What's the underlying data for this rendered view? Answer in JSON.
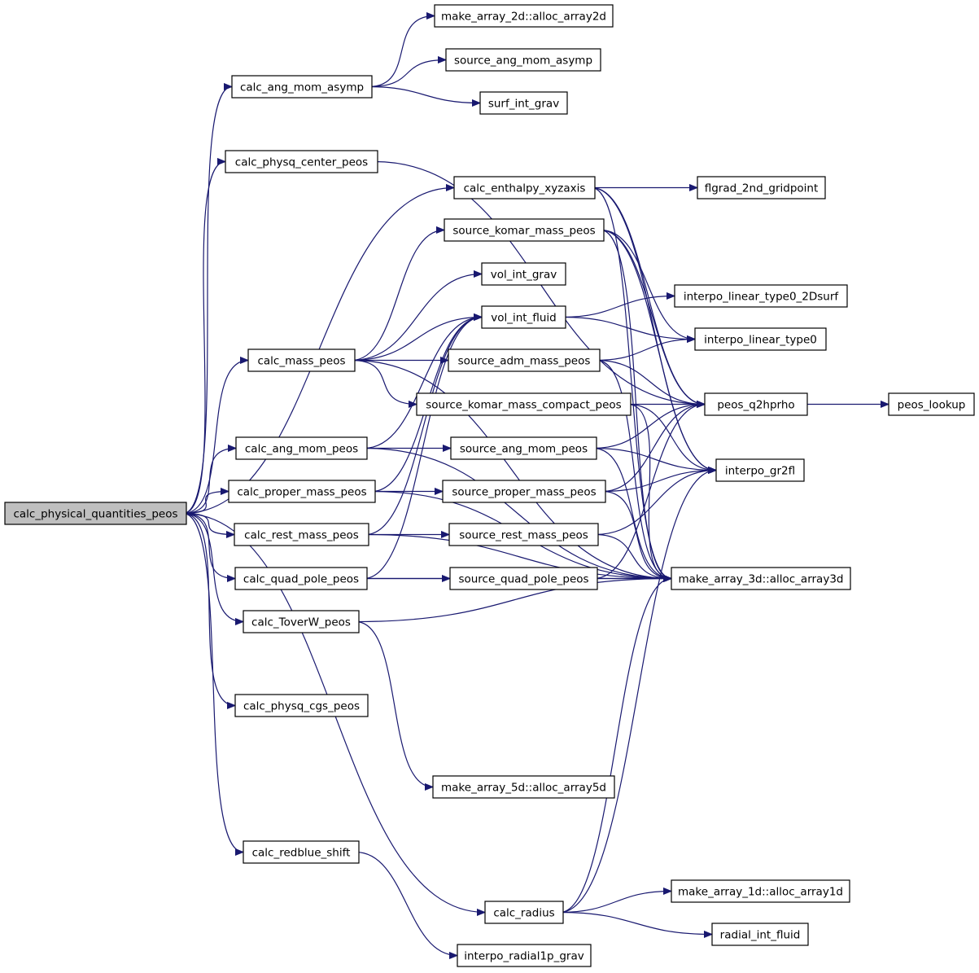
{
  "diagram": {
    "type": "call-graph",
    "colors": {
      "edge": "#191970",
      "node_border": "#000000",
      "root_fill": "#bfbfbf",
      "node_fill": "#ffffff"
    },
    "nodes": [
      {
        "id": "calc_physical_quantities_peos",
        "label": "calc_physical_quantities_peos",
        "root": true
      },
      {
        "id": "make_array_2d_alloc_array2d",
        "label": "make_array_2d::alloc_array2d"
      },
      {
        "id": "source_ang_mom_asymp",
        "label": "source_ang_mom_asymp"
      },
      {
        "id": "calc_ang_mom_asymp",
        "label": "calc_ang_mom_asymp"
      },
      {
        "id": "surf_int_grav",
        "label": "surf_int_grav"
      },
      {
        "id": "calc_physq_center_peos",
        "label": "calc_physq_center_peos"
      },
      {
        "id": "calc_enthalpy_xyzaxis",
        "label": "calc_enthalpy_xyzaxis"
      },
      {
        "id": "flgrad_2nd_gridpoint",
        "label": "flgrad_2nd_gridpoint"
      },
      {
        "id": "source_komar_mass_peos",
        "label": "source_komar_mass_peos"
      },
      {
        "id": "vol_int_grav",
        "label": "vol_int_grav"
      },
      {
        "id": "interpo_linear_type0_2Dsurf",
        "label": "interpo_linear_type0_2Dsurf"
      },
      {
        "id": "vol_int_fluid",
        "label": "vol_int_fluid"
      },
      {
        "id": "interpo_linear_type0",
        "label": "interpo_linear_type0"
      },
      {
        "id": "calc_mass_peos",
        "label": "calc_mass_peos"
      },
      {
        "id": "source_adm_mass_peos",
        "label": "source_adm_mass_peos"
      },
      {
        "id": "source_komar_mass_compact_peos",
        "label": "source_komar_mass_compact_peos"
      },
      {
        "id": "peos_q2hprho",
        "label": "peos_q2hprho"
      },
      {
        "id": "peos_lookup",
        "label": "peos_lookup"
      },
      {
        "id": "calc_ang_mom_peos",
        "label": "calc_ang_mom_peos"
      },
      {
        "id": "source_ang_mom_peos",
        "label": "source_ang_mom_peos"
      },
      {
        "id": "interpo_gr2fl",
        "label": "interpo_gr2fl"
      },
      {
        "id": "calc_proper_mass_peos",
        "label": "calc_proper_mass_peos"
      },
      {
        "id": "source_proper_mass_peos",
        "label": "source_proper_mass_peos"
      },
      {
        "id": "calc_rest_mass_peos",
        "label": "calc_rest_mass_peos"
      },
      {
        "id": "source_rest_mass_peos",
        "label": "source_rest_mass_peos"
      },
      {
        "id": "calc_quad_pole_peos",
        "label": "calc_quad_pole_peos"
      },
      {
        "id": "source_quad_pole_peos",
        "label": "source_quad_pole_peos"
      },
      {
        "id": "make_array_3d_alloc_array3d",
        "label": "make_array_3d::alloc_array3d"
      },
      {
        "id": "calc_ToverW_peos",
        "label": "calc_ToverW_peos"
      },
      {
        "id": "calc_physq_cgs_peos",
        "label": "calc_physq_cgs_peos"
      },
      {
        "id": "make_array_5d_alloc_array5d",
        "label": "make_array_5d::alloc_array5d"
      },
      {
        "id": "calc_redblue_shift",
        "label": "calc_redblue_shift"
      },
      {
        "id": "make_array_1d_alloc_array1d",
        "label": "make_array_1d::alloc_array1d"
      },
      {
        "id": "calc_radius",
        "label": "calc_radius"
      },
      {
        "id": "radial_int_fluid",
        "label": "radial_int_fluid"
      },
      {
        "id": "interpo_radial1p_grav",
        "label": "interpo_radial1p_grav"
      }
    ],
    "edges": [
      {
        "from": "calc_physical_quantities_peos",
        "to": "calc_ang_mom_asymp"
      },
      {
        "from": "calc_physical_quantities_peos",
        "to": "calc_physq_center_peos"
      },
      {
        "from": "calc_physical_quantities_peos",
        "to": "calc_enthalpy_xyzaxis"
      },
      {
        "from": "calc_physical_quantities_peos",
        "to": "calc_mass_peos"
      },
      {
        "from": "calc_physical_quantities_peos",
        "to": "calc_ang_mom_peos"
      },
      {
        "from": "calc_physical_quantities_peos",
        "to": "calc_proper_mass_peos"
      },
      {
        "from": "calc_physical_quantities_peos",
        "to": "calc_rest_mass_peos"
      },
      {
        "from": "calc_physical_quantities_peos",
        "to": "calc_quad_pole_peos"
      },
      {
        "from": "calc_physical_quantities_peos",
        "to": "calc_ToverW_peos"
      },
      {
        "from": "calc_physical_quantities_peos",
        "to": "calc_physq_cgs_peos"
      },
      {
        "from": "calc_physical_quantities_peos",
        "to": "calc_redblue_shift"
      },
      {
        "from": "calc_physical_quantities_peos",
        "to": "calc_radius"
      },
      {
        "from": "calc_ang_mom_asymp",
        "to": "make_array_2d_alloc_array2d"
      },
      {
        "from": "calc_ang_mom_asymp",
        "to": "source_ang_mom_asymp"
      },
      {
        "from": "calc_ang_mom_asymp",
        "to": "surf_int_grav"
      },
      {
        "from": "calc_physq_center_peos",
        "to": "peos_q2hprho"
      },
      {
        "from": "calc_enthalpy_xyzaxis",
        "to": "flgrad_2nd_gridpoint"
      },
      {
        "from": "calc_enthalpy_xyzaxis",
        "to": "peos_q2hprho"
      },
      {
        "from": "calc_enthalpy_xyzaxis",
        "to": "interpo_gr2fl"
      },
      {
        "from": "calc_enthalpy_xyzaxis",
        "to": "make_array_3d_alloc_array3d"
      },
      {
        "from": "calc_mass_peos",
        "to": "source_komar_mass_peos"
      },
      {
        "from": "calc_mass_peos",
        "to": "vol_int_grav"
      },
      {
        "from": "calc_mass_peos",
        "to": "vol_int_fluid"
      },
      {
        "from": "calc_mass_peos",
        "to": "source_adm_mass_peos"
      },
      {
        "from": "calc_mass_peos",
        "to": "source_komar_mass_compact_peos"
      },
      {
        "from": "calc_mass_peos",
        "to": "make_array_3d_alloc_array3d"
      },
      {
        "from": "source_komar_mass_peos",
        "to": "interpo_linear_type0"
      },
      {
        "from": "source_komar_mass_peos",
        "to": "peos_q2hprho"
      },
      {
        "from": "source_komar_mass_peos",
        "to": "interpo_gr2fl"
      },
      {
        "from": "source_komar_mass_peos",
        "to": "make_array_3d_alloc_array3d"
      },
      {
        "from": "vol_int_fluid",
        "to": "interpo_linear_type0_2Dsurf"
      },
      {
        "from": "vol_int_fluid",
        "to": "interpo_linear_type0"
      },
      {
        "from": "source_adm_mass_peos",
        "to": "interpo_linear_type0"
      },
      {
        "from": "source_adm_mass_peos",
        "to": "peos_q2hprho"
      },
      {
        "from": "source_adm_mass_peos",
        "to": "make_array_3d_alloc_array3d"
      },
      {
        "from": "source_komar_mass_compact_peos",
        "to": "peos_q2hprho"
      },
      {
        "from": "source_komar_mass_compact_peos",
        "to": "interpo_gr2fl"
      },
      {
        "from": "source_komar_mass_compact_peos",
        "to": "make_array_3d_alloc_array3d"
      },
      {
        "from": "peos_q2hprho",
        "to": "peos_lookup"
      },
      {
        "from": "calc_ang_mom_peos",
        "to": "vol_int_fluid"
      },
      {
        "from": "calc_ang_mom_peos",
        "to": "source_ang_mom_peos"
      },
      {
        "from": "calc_ang_mom_peos",
        "to": "make_array_3d_alloc_array3d"
      },
      {
        "from": "source_ang_mom_peos",
        "to": "peos_q2hprho"
      },
      {
        "from": "source_ang_mom_peos",
        "to": "interpo_gr2fl"
      },
      {
        "from": "source_ang_mom_peos",
        "to": "make_array_3d_alloc_array3d"
      },
      {
        "from": "calc_proper_mass_peos",
        "to": "vol_int_fluid"
      },
      {
        "from": "calc_proper_mass_peos",
        "to": "source_proper_mass_peos"
      },
      {
        "from": "calc_proper_mass_peos",
        "to": "make_array_3d_alloc_array3d"
      },
      {
        "from": "source_proper_mass_peos",
        "to": "peos_q2hprho"
      },
      {
        "from": "source_proper_mass_peos",
        "to": "interpo_gr2fl"
      },
      {
        "from": "source_proper_mass_peos",
        "to": "make_array_3d_alloc_array3d"
      },
      {
        "from": "calc_rest_mass_peos",
        "to": "vol_int_fluid"
      },
      {
        "from": "calc_rest_mass_peos",
        "to": "source_rest_mass_peos"
      },
      {
        "from": "calc_rest_mass_peos",
        "to": "make_array_3d_alloc_array3d"
      },
      {
        "from": "source_rest_mass_peos",
        "to": "interpo_gr2fl"
      },
      {
        "from": "source_rest_mass_peos",
        "to": "make_array_3d_alloc_array3d"
      },
      {
        "from": "calc_quad_pole_peos",
        "to": "vol_int_fluid"
      },
      {
        "from": "calc_quad_pole_peos",
        "to": "source_quad_pole_peos"
      },
      {
        "from": "calc_quad_pole_peos",
        "to": "make_array_3d_alloc_array3d"
      },
      {
        "from": "source_quad_pole_peos",
        "to": "peos_q2hprho"
      },
      {
        "from": "source_quad_pole_peos",
        "to": "make_array_3d_alloc_array3d"
      },
      {
        "from": "calc_ToverW_peos",
        "to": "make_array_5d_alloc_array5d"
      },
      {
        "from": "calc_ToverW_peos",
        "to": "make_array_3d_alloc_array3d"
      },
      {
        "from": "calc_redblue_shift",
        "to": "interpo_radial1p_grav"
      },
      {
        "from": "calc_radius",
        "to": "make_array_1d_alloc_array1d"
      },
      {
        "from": "calc_radius",
        "to": "radial_int_fluid"
      },
      {
        "from": "calc_radius",
        "to": "interpo_gr2fl"
      },
      {
        "from": "calc_radius",
        "to": "make_array_3d_alloc_array3d"
      }
    ]
  }
}
